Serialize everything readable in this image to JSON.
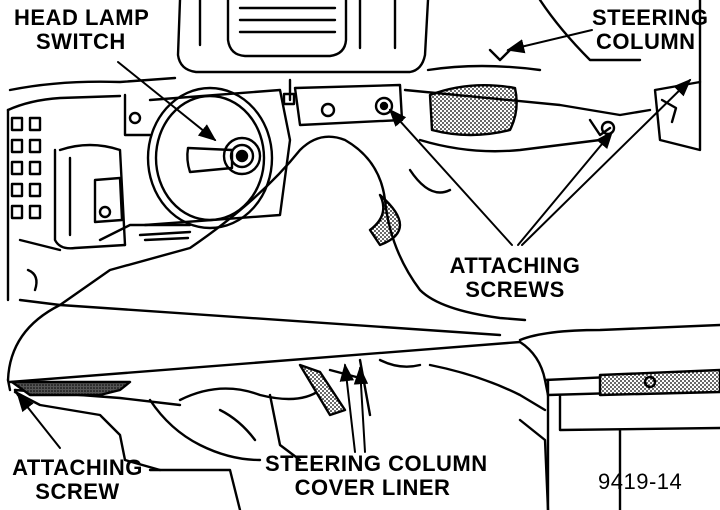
{
  "labels": {
    "head_lamp_switch": [
      "HEAD LAMP",
      "SWITCH"
    ],
    "steering_column": [
      "STEERING",
      "COLUMN"
    ],
    "attaching_screws": [
      "ATTACHING",
      "SCREWS"
    ],
    "attaching_screw": [
      "ATTACHING",
      "SCREW"
    ],
    "steering_column_cover_liner": [
      "STEERING COLUMN",
      "COVER LINER"
    ],
    "figure_id": "9419-14"
  },
  "colors": {
    "ink": "#000000",
    "paper": "#ffffff",
    "shade": "#8a8a8a"
  }
}
